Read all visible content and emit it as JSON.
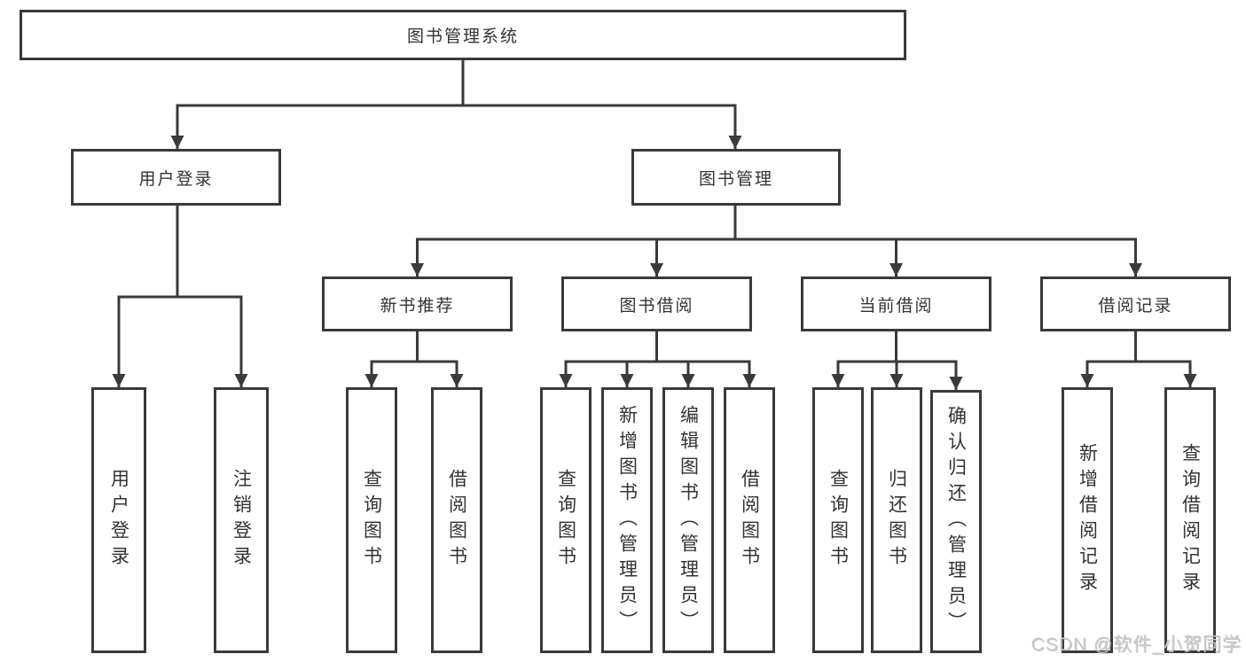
{
  "diagram": {
    "title": "图书管理系统",
    "root": {
      "label": "图书管理系统"
    },
    "branches": [
      {
        "label": "用户登录",
        "children": [
          {
            "label": "用户登录"
          },
          {
            "label": "注销登录"
          }
        ]
      },
      {
        "label": "图书管理",
        "children": [
          {
            "label": "新书推荐",
            "children": [
              {
                "label": "查询图书"
              },
              {
                "label": "借阅图书"
              }
            ]
          },
          {
            "label": "图书借阅",
            "children": [
              {
                "label": "查询图书"
              },
              {
                "label": "新增图书（管理员）"
              },
              {
                "label": "编辑图书（管理员）"
              },
              {
                "label": "借阅图书"
              }
            ]
          },
          {
            "label": "当前借阅",
            "children": [
              {
                "label": "查询图书"
              },
              {
                "label": "归还图书"
              },
              {
                "label": "确认归还（管理员）"
              }
            ]
          },
          {
            "label": "借阅记录",
            "children": [
              {
                "label": "新增借阅记录"
              },
              {
                "label": "查询借阅记录"
              }
            ]
          }
        ]
      }
    ]
  },
  "watermark": {
    "text": "CSDN @软件_小贺同学"
  },
  "colors": {
    "line": "#3a3a3a",
    "text": "#333333",
    "box_background": "#ffffff",
    "watermark": "#c8cacd"
  }
}
